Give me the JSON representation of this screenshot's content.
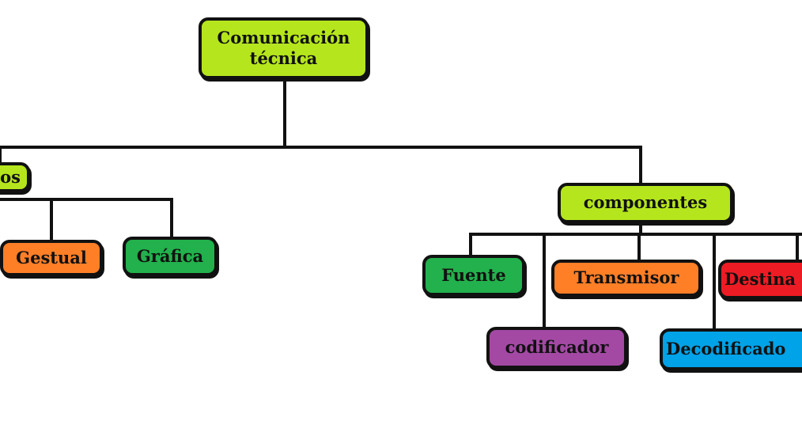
{
  "colors": {
    "lime": "#b5e61d",
    "orange": "#ff7f27",
    "green": "#22b14c",
    "purple": "#a349a4",
    "red": "#ed1c24",
    "blue": "#00a2e8",
    "line": "#111111"
  },
  "nodes": {
    "root": "Comunicación técnica",
    "tipos_fragment": "os",
    "gestual": "Gestual",
    "grafica": "Gráfica",
    "componentes": "componentes",
    "fuente": "Fuente",
    "transmisor": "Transmisor",
    "destino_fragment": "Destina",
    "codificador": "codificador",
    "decodificador_fragment": "Decodificado"
  }
}
